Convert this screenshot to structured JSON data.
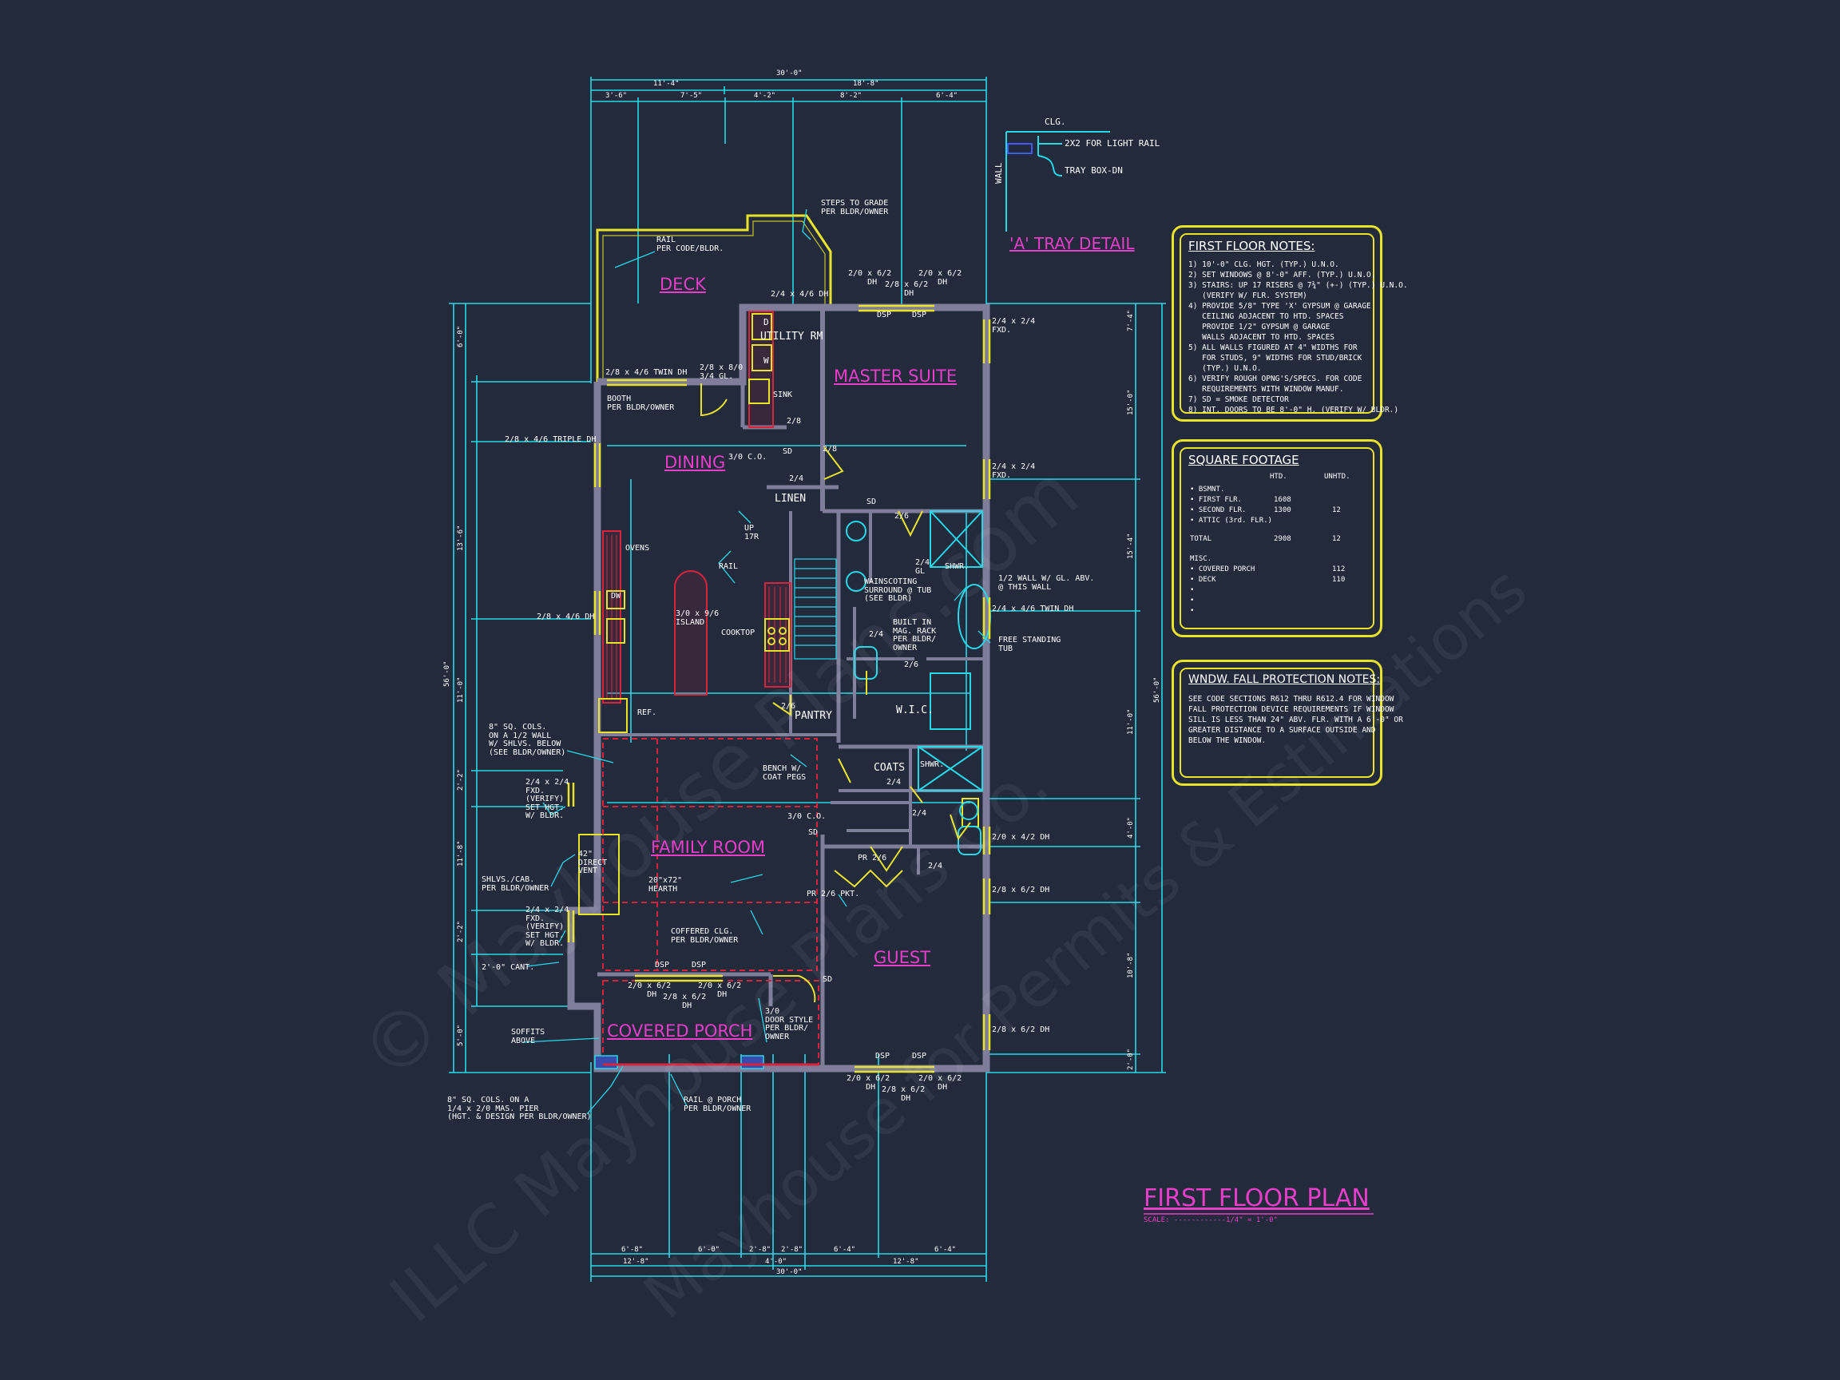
{
  "watermark": {
    "line1": "© Mayhouse Plans.com",
    "line2": "ILLC Mayhouse Plans Co.",
    "line3": "Mayhouse for Permits & Estimations"
  },
  "drawing": {
    "title": "FIRST FLOOR PLAN",
    "scale": "SCALE: ------------1/4\" = 1'-0\""
  },
  "rooms": {
    "deck": "DECK",
    "dining": "DINING",
    "master_suite": "MASTER SUITE",
    "family_room": "FAMILY ROOM",
    "guest": "GUEST",
    "covered_porch": "COVERED PORCH"
  },
  "small_rooms": {
    "utility": "UTILITY RM",
    "linen": "LINEN",
    "pantry": "PANTRY",
    "wic": "W.I.C.",
    "coats": "COATS"
  },
  "tray_detail": {
    "title": "'A' TRAY  DETAIL",
    "clg": "CLG.",
    "rail": "2X2 FOR LIGHT RAIL",
    "tray": "TRAY BOX-DN",
    "wall": "WALL"
  },
  "notes_box": {
    "title": "FIRST FLOOR NOTES:",
    "lines": [
      "1) 10'-0\" CLG. HGT. (TYP.) U.N.O.",
      "2) SET WINDOWS @ 8'-0\" AFF. (TYP.) U.N.O.",
      "3) STAIRS: UP 17 RISERS @ 7¾\" (+-) (TYP.) U.N.O.",
      "   (VERIFY W/ FLR. SYSTEM)",
      "4) PROVIDE 5/8\" TYPE 'X' GYPSUM @ GARAGE",
      "   CEILING ADJACENT TO HTD. SPACES",
      "   PROVIDE 1/2\" GYPSUM @ GARAGE",
      "   WALLS ADJACENT TO HTD. SPACES",
      "5) ALL WALLS FIGURED AT 4\" WIDTHS FOR",
      "   FOR STUDS, 9\" WIDTHS FOR STUD/BRICK",
      "   (TYP.) U.N.O.",
      "6) VERIFY ROUGH OPNG'S/SPECS. FOR CODE",
      "   REQUIREMENTS WITH WINDOW MANUF.",
      "7) SD = SMOKE DETECTOR",
      "8) INT. DOORS TO BE 8'-0\" H. (VERIFY W/ BLDR.)"
    ]
  },
  "sqft_box": {
    "title": "SQUARE FOOTAGE",
    "col_htd": "HTD.",
    "col_unhtd": "UNHTD.",
    "rows": [
      {
        "label": "• BSMNT.",
        "htd": "",
        "unhtd": ""
      },
      {
        "label": "• FIRST FLR.",
        "htd": "1608",
        "unhtd": ""
      },
      {
        "label": "• SECOND FLR.",
        "htd": "1300",
        "unhtd": "12"
      },
      {
        "label": "• ATTIC (3rd. FLR.)",
        "htd": "",
        "unhtd": ""
      },
      {
        "label": "TOTAL",
        "htd": "2908",
        "unhtd": "12"
      },
      {
        "label": "MISC.",
        "htd": "",
        "unhtd": ""
      },
      {
        "label": "• COVERED PORCH",
        "htd": "",
        "unhtd": "112"
      },
      {
        "label": "• DECK",
        "htd": "",
        "unhtd": "110"
      },
      {
        "label": "•",
        "htd": "",
        "unhtd": ""
      },
      {
        "label": "•",
        "htd": "",
        "unhtd": ""
      },
      {
        "label": "•",
        "htd": "",
        "unhtd": ""
      }
    ]
  },
  "fall_box": {
    "title": "WNDW. FALL PROTECTION NOTES:",
    "lines": [
      "SEE CODE SECTIONS R612 THRU R612.4 FOR WINDOW",
      "FALL PROTECTION DEVICE REQUIREMENTS IF WINDOW",
      "SILL IS LESS THAN 24\" ABV. FLR. WITH A 6'-0\" OR",
      "GREATER DISTANCE TO A SURFACE OUTSIDE AND",
      "BELOW THE WINDOW."
    ]
  },
  "annotations": {
    "steps": "STEPS TO GRADE\nPER BLDR/OWNER",
    "rail_deck": "RAIL\nPER CODE/BLDR.",
    "win_top1": "2/0 x 6/2\n    DH",
    "win_top2": "2/8 x 6/2\n    DH",
    "win_top3": "2/0 x 6/2\n    DH",
    "dsp": "DSP",
    "win_utility": "2/4 x 4/6 DH",
    "win_fxd1": "2/4 x 2/4\nFXD.",
    "win_fxd2": "2/4 x 2/4\nFXD.",
    "win_twin": "2/8 x 4/6 TWIN DH",
    "door_28_80": "2/8 x 8/0\n3/4 GL.",
    "booth": "BOOTH\nPER BLDR/OWNER",
    "sink": "SINK",
    "triple": "2/8 x 4/6 TRIPLE DH",
    "co_310": "3/0 C.O.",
    "d28": "2/8",
    "d24": "2/4",
    "d26": "2/6",
    "sd": "SD",
    "up17r": "UP\n17R",
    "rail": "RAIL",
    "ovens": "OVENS",
    "dw": "DW",
    "island": "3/0 x 9/6\nISLAND",
    "cooktop": "COOKTOP",
    "wainscot": "WAINSCOTING\nSURROUND @ TUB\n(SEE BLDR)",
    "mag_rack": "BUILT IN\nMAG. RACK\nPER BLDR/\nOWNER",
    "half_wall": "1/2 WALL W/ GL. ABV.\n@ THIS WALL",
    "twin_dh_r": "2/4 x 4/6 TWIN DH",
    "free_tub": "FREE STANDING\nTUB",
    "shwr": "SHWR.",
    "gl_24": "2/4\nGL",
    "dh_left": "2/8 x 4/6 DH",
    "ref": "REF.",
    "sq_cols": "8\" SQ. COLS.\nON A 1/2 WALL\nW/ SHLVS. BELOW\n(SEE BLDR/OWNER)",
    "fxd_verify1": "2/4 x 2/4\nFXD.\n(VERIFY)\nSET HGT.\nW/ BLDR.",
    "fxd_verify2": "2/4 x 2/4\nFXD.\n(VERIFY)\nSET HGT.\nW/ BLDR.",
    "shlvs_cab": "SHLVS./CAB.\nPER BLDR/OWNER",
    "direct_vent": "42\"\nDIRECT\nVENT",
    "hearth": "20\"x72\"\nHEARTH",
    "bench": "BENCH W/\nCOAT PEGS",
    "co_310b": "3/0 C.O.",
    "pr26": "PR 2/6",
    "pr26pkt": "PR 2/6 PKT.",
    "coffered": "COFFERED CLG.\nPER BLDR/OWNER",
    "cant": "2'-0\" CANT.",
    "dh_4_2": "2/0 x 4/2 DH",
    "dh_6_2a": "2/8 x 6/2 DH",
    "dh_6_2b": "2/8 x 6/2 DH",
    "door_style": "3/0\nDOOR STYLE\nPER BLDR/\nOWNER",
    "soffits": "SOFFITS\nABOVE",
    "porch_cols": "8\" SQ. COLS. ON A\n1/4 x 2/0 MAS. PIER\n(HGT. & DESIGN PER BLDR/OWNER)",
    "porch_rail": "RAIL @ PORCH\nPER BLDR/OWNER",
    "u": "U",
    "w": "W",
    "d": "D"
  },
  "dimensions": {
    "top_total": "30'-0\"",
    "top_a1": "11'-4\"",
    "top_a2": "18'-8\"",
    "top_b": [
      "3'-6\"",
      "7'-5\"",
      "4'-2\"",
      "8'-2\"",
      "6'-4\""
    ],
    "bottom_total": "30'-0\"",
    "bottom_a": [
      "12'-8\"",
      "4'-0\"",
      "12'-8\""
    ],
    "bottom_b": [
      "6'-8\"",
      "6'-0\"",
      "2'-8\"",
      "2'-8\"",
      "6'-4\"",
      "6'-4\""
    ],
    "left_total": "56'-0\"",
    "left_a": [
      "6'-0\"",
      "13'-6\"",
      "11'-0\"",
      "2'-2\"",
      "11'-8\"",
      "2'-2\"",
      "5'-0\""
    ],
    "right_total": "56'-0\"",
    "right_a": [
      "7'-4\"",
      "15'-0\"",
      "15'-4\"",
      "11'-0\"",
      "4'-0\"",
      "10'-8\"",
      "2'-0\""
    ]
  }
}
